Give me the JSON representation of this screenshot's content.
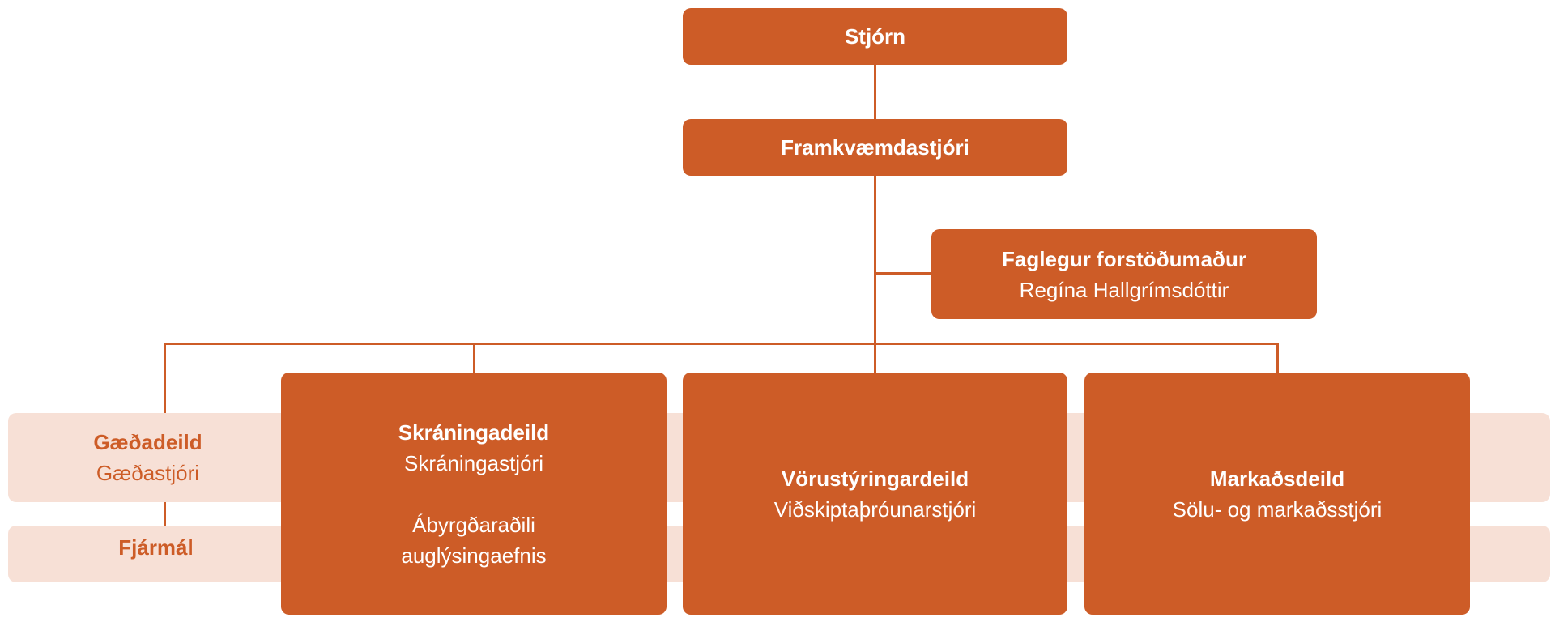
{
  "colors": {
    "box": "#cd5c27",
    "band": "#f7e0d6",
    "text_on_box": "#ffffff",
    "side_text": "#cd5c27"
  },
  "board": {
    "title": "Stjórn"
  },
  "ceo": {
    "title": "Framkvæmdastjóri"
  },
  "professional_director": {
    "title": "Faglegur forstöðumaður",
    "name": "Regína Hallgrímsdóttir"
  },
  "quality": {
    "title": "Gæðadeild",
    "role": "Gæðastjóri"
  },
  "finance": {
    "title": "Fjármál"
  },
  "departments": [
    {
      "title": "Skráningadeild",
      "role": "Skráningastjóri",
      "extra_line1": "Ábyrgðaraðili",
      "extra_line2": "auglýsingaefnis"
    },
    {
      "title": "Vörustýringardeild",
      "role": "Viðskiptaþróunarstjóri"
    },
    {
      "title": "Markaðsdeild",
      "role": "Sölu- og markaðsstjóri"
    }
  ]
}
